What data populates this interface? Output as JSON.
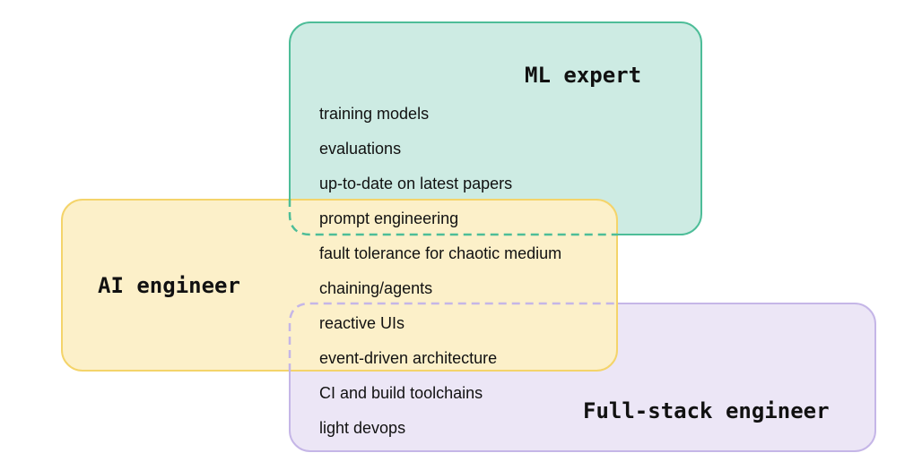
{
  "titles": {
    "ml": "ML expert",
    "ai": "AI engineer",
    "fullstack": "Full-stack engineer"
  },
  "skills": [
    "training models",
    "evaluations",
    "up-to-date on latest papers",
    "prompt engineering",
    "fault tolerance for chaotic medium",
    "chaining/agents",
    "reactive UIs",
    "event-driven architecture",
    "CI and build toolchains",
    "light devops"
  ],
  "colors": {
    "ml_fill": "#cdebe3",
    "ml_border": "#4dbd98",
    "ai_fill": "#fcf0c9",
    "ai_border": "#f4d46a",
    "fullstack_fill": "#ece6f6",
    "fullstack_border": "#c5b6e7"
  }
}
